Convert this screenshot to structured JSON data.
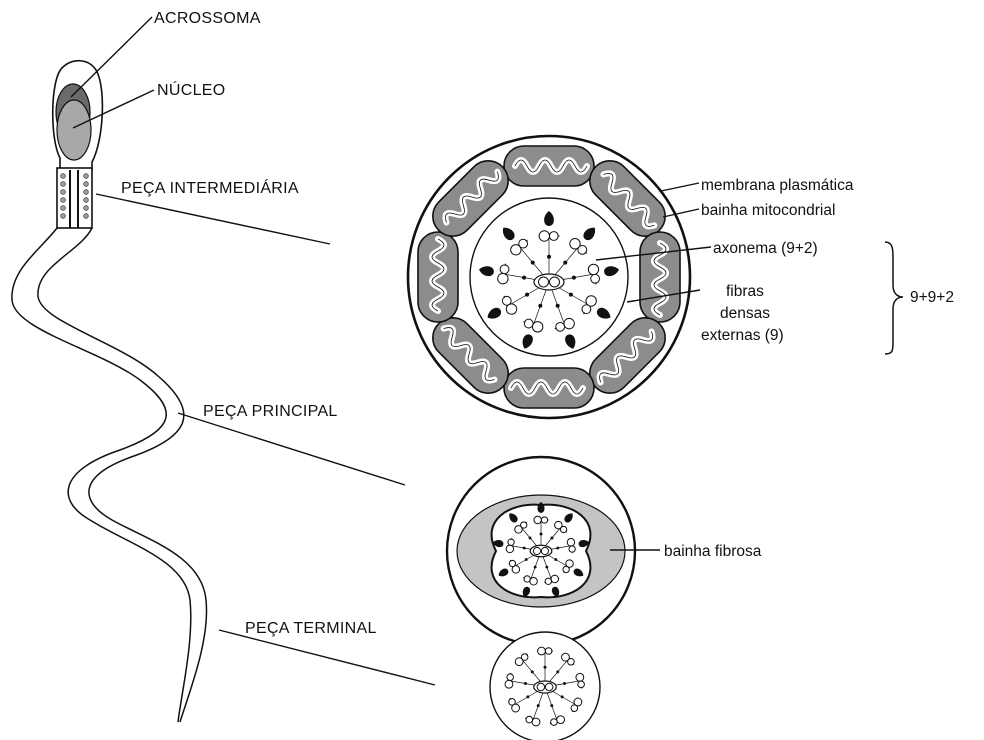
{
  "labels": {
    "acrossoma": "ACROSSOMA",
    "nucleo": "NÚCLEO",
    "peca_intermediaria": "PEÇA INTERMEDIÁRIA",
    "peca_principal": "PEÇA PRINCIPAL",
    "peca_terminal": "PEÇA TERMINAL",
    "membrana_plasmatica": "membrana plasmática",
    "bainha_mitocondrial": "bainha mitocondrial",
    "axonema": "axonema (9+2)",
    "fibras_line1": "fibras",
    "fibras_line2": "densas",
    "fibras_line3": "externas (9)",
    "total_formula": "9+9+2",
    "bainha_fibrosa": "bainha fibrosa"
  },
  "colors": {
    "ink": "#111111",
    "acrosome": "#6b6b6b",
    "nucleus": "#a8a8a8",
    "mitochondria": "#8c8c8c",
    "fibrous_sheath": "#c4c4c4",
    "background": "#ffffff"
  },
  "structure": {
    "axoneme_doublets": 9,
    "central_pair": 2,
    "dense_fibers": 9,
    "mitochondria_in_section": 8
  }
}
